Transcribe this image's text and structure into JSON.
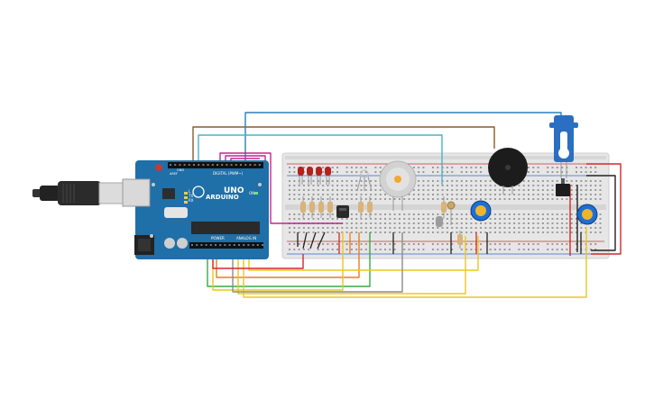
{
  "board": {
    "logo_text": "ARDUINO",
    "model_text": "UNO",
    "digital_label": "DIGITAL (PWM~)",
    "power_label": "POWER",
    "analog_label": "ANALOG IN",
    "tx_label": "TX",
    "rx_label": "RX",
    "l_label": "L",
    "on_label": "ON",
    "aref_label": "AREF",
    "gnd_label": "GND"
  },
  "colors": {
    "board": "#1f6fa8",
    "breadboard": "#e6e6e6",
    "led": "#b5221b",
    "servo": "#2a6fc2",
    "pot": "#1d6fd6",
    "wire_magenta": "#c8238d",
    "wire_brown": "#8b5a2b",
    "wire_cyan": "#4ab3c7",
    "wire_blue": "#2b7fb8",
    "wire_yellow": "#e8c81e",
    "wire_orange": "#e67e22",
    "wire_green": "#3aa845",
    "wire_red": "#d6262a",
    "wire_black": "#222222",
    "wire_gray": "#8c8c8c"
  }
}
